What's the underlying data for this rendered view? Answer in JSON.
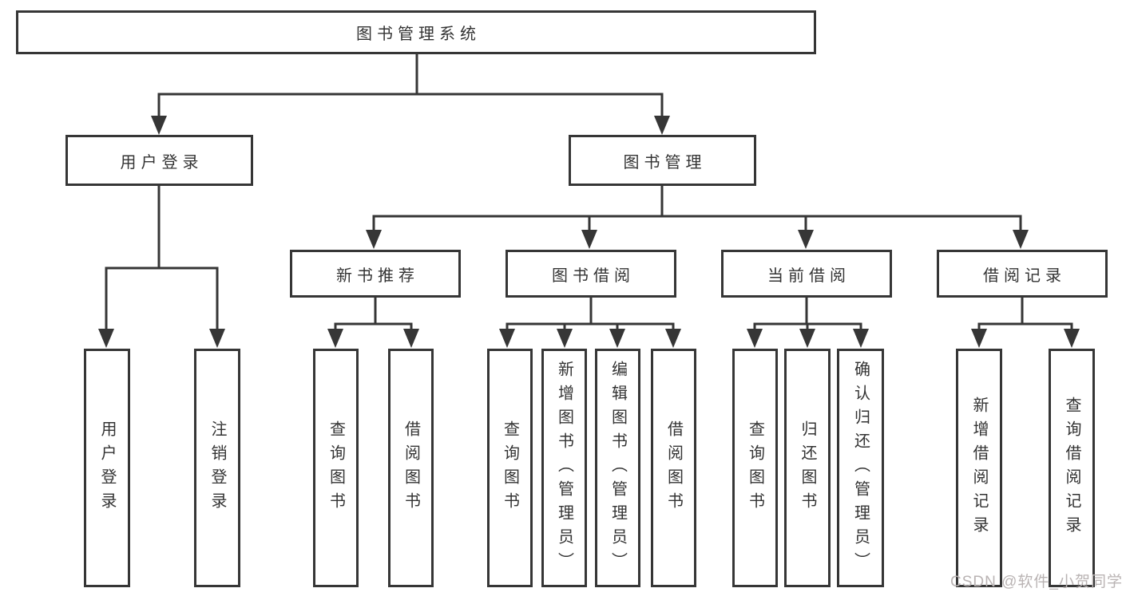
{
  "diagram_type": "hierarchy-tree",
  "tree": {
    "label": "图书管理系统",
    "children": [
      {
        "label": "用户登录",
        "children": [
          {
            "label": "用户登录"
          },
          {
            "label": "注销登录"
          }
        ]
      },
      {
        "label": "图书管理",
        "children": [
          {
            "label": "新书推荐",
            "children": [
              {
                "label": "查询图书"
              },
              {
                "label": "借阅图书"
              }
            ]
          },
          {
            "label": "图书借阅",
            "children": [
              {
                "label": "查询图书"
              },
              {
                "label": "新增图书（管理员）"
              },
              {
                "label": "编辑图书（管理员）"
              },
              {
                "label": "借阅图书"
              }
            ]
          },
          {
            "label": "当前借阅",
            "children": [
              {
                "label": "查询图书"
              },
              {
                "label": "归还图书"
              },
              {
                "label": "确认归还（管理员）"
              }
            ]
          },
          {
            "label": "借阅记录",
            "children": [
              {
                "label": "新增借阅记录"
              },
              {
                "label": "查询借阅记录"
              }
            ]
          }
        ]
      }
    ]
  },
  "watermark": {
    "text": "CSDN @软件_小贺同学"
  },
  "colors": {
    "line": "#363636",
    "box_border": "#363636",
    "text": "#333333",
    "watermark": "#b9b3b3",
    "background": "#ffffff"
  }
}
